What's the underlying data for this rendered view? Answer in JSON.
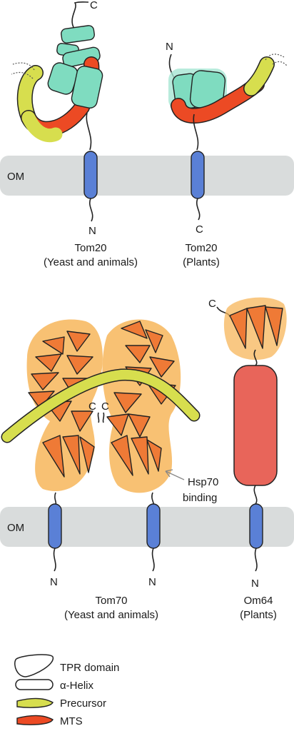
{
  "membrane_label_top": "OM",
  "membrane_label_bottom": "OM",
  "panel_tom20_animal": {
    "c_term": "C",
    "n_term": "N",
    "name": "Tom20",
    "organism": "(Yeast and animals)"
  },
  "panel_tom20_plant": {
    "n_term": "N",
    "c_term": "C",
    "name": "Tom20",
    "organism": "(Plants)"
  },
  "panel_tom70": {
    "c_left": "C",
    "c_right": "C",
    "n_left": "N",
    "n_right": "N",
    "hsp70": [
      "Hsp70",
      "binding"
    ],
    "name": "Tom70",
    "organism": "(Yeast and animals)"
  },
  "panel_om64": {
    "c_term": "C",
    "n_term": "N",
    "name": "Om64",
    "organism": "(Plants)"
  },
  "legend": [
    {
      "label": "TPR domain",
      "icon": "tpr-domain-icon"
    },
    {
      "label": "α-Helix",
      "icon": "alpha-helix-icon"
    },
    {
      "label": "Precursor",
      "icon": "precursor-icon"
    },
    {
      "label": "MTS",
      "icon": "mts-icon"
    }
  ],
  "colors": {
    "membrane": "#d9dcdc",
    "tm_helix": "#5a80d6",
    "tpr_green": "#7fdcc0",
    "tpr_orange": "#ef7a36",
    "halo_orange": "#f7b65a",
    "om64_body": "#e8655a",
    "precursor": "#d7de4e",
    "mts": "#ec4a24"
  }
}
